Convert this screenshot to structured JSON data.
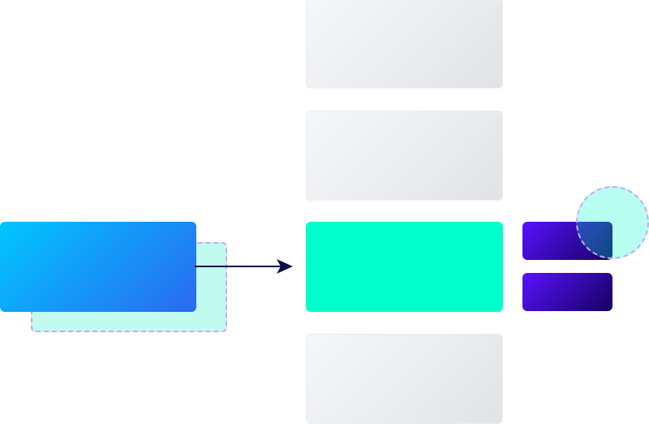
{
  "diagram": {
    "nodes": [
      {
        "id": "source-card",
        "kind": "card"
      },
      {
        "id": "source-card-ghost",
        "kind": "drop-shadow"
      },
      {
        "id": "slot-1",
        "kind": "empty-slot"
      },
      {
        "id": "slot-2",
        "kind": "empty-slot"
      },
      {
        "id": "slot-3",
        "kind": "active-slot"
      },
      {
        "id": "slot-4",
        "kind": "empty-slot"
      },
      {
        "id": "mini-card-1",
        "kind": "card"
      },
      {
        "id": "mini-card-2",
        "kind": "card"
      },
      {
        "id": "drop-circle",
        "kind": "drop-target"
      }
    ],
    "edges": [
      {
        "from": "source-card",
        "to": "slot-3",
        "style": "arrow"
      }
    ]
  },
  "colors": {
    "source_gradient": [
      "#00c6ff",
      "#2a6af0"
    ],
    "ghost_fill": "#c1fbf0",
    "dashed_outline": "#c7a7ff",
    "active_slot": "#00ffcc",
    "empty_slot_gradient": [
      "#f5f7fa",
      "#e1e3e6"
    ],
    "mini_card_gradient": [
      "#5a12ff",
      "#150060"
    ],
    "arrow": "#0b0f4a"
  },
  "icons": {
    "arrow": "arrow-right-icon"
  }
}
